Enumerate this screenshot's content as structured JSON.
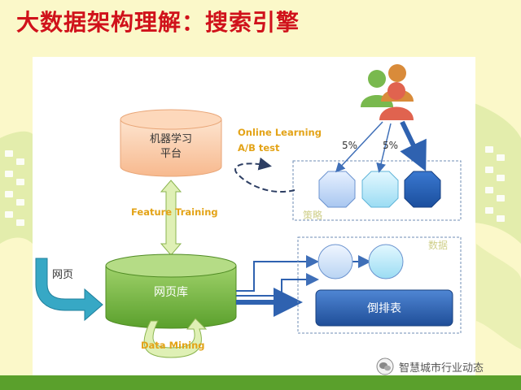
{
  "title": "大数据架构理解：搜索引擎",
  "diagram": {
    "ml_platform": {
      "line1": "机器学习",
      "line2": "平台"
    },
    "online_learning": {
      "line1": "Online Learning",
      "line2": "A/B test"
    },
    "feature_training": "Feature Training",
    "data_mining": "Data Mining",
    "webpage_input": "网页",
    "webpage_db": "网页库",
    "inverted_index": "倒排表",
    "strategy_label": "策略",
    "data_label": "数据",
    "traffic_left": "5%",
    "traffic_right": "5%"
  },
  "watermark": "智慧城市行业动态",
  "colors": {
    "title": "#d0121b",
    "background": "#fbf8c9",
    "green": "#5aa02c",
    "blue_dark": "#2f62b0",
    "teal_arrow": "#37a8c5"
  }
}
